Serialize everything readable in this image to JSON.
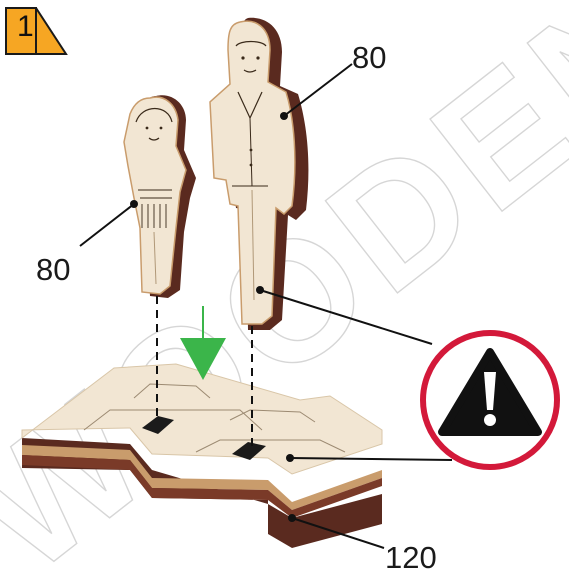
{
  "step": {
    "number": "1",
    "badge_color": "#f6a623"
  },
  "quantities": {
    "man": "80",
    "girl": "80",
    "base": "120"
  },
  "watermark": {
    "text": "WOODEN"
  },
  "colors": {
    "wood_light": "#f2e6d3",
    "wood_edge": "#c99c6c",
    "wood_dark": "#5a2a1f",
    "arrow_green": "#3bb54a",
    "warning_red": "#d3193a"
  },
  "icons": {
    "warning": "warning-icon",
    "arrow": "arrow-down-icon"
  }
}
